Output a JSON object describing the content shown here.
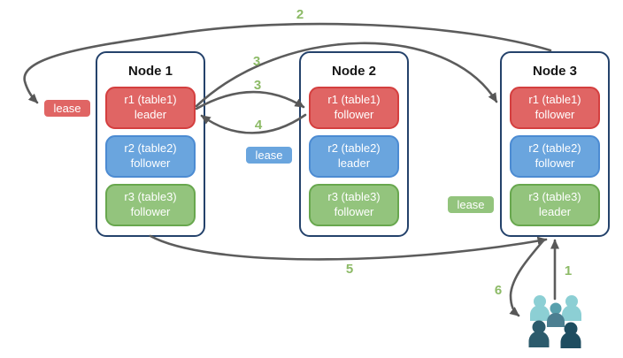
{
  "nodes": [
    {
      "title": "Node 1",
      "replicas": [
        {
          "name": "r1 (table1)",
          "role": "leader",
          "color": "red"
        },
        {
          "name": "r2 (table2)",
          "role": "follower",
          "color": "blue"
        },
        {
          "name": "r3 (table3)",
          "role": "follower",
          "color": "green"
        }
      ]
    },
    {
      "title": "Node 2",
      "replicas": [
        {
          "name": "r1 (table1)",
          "role": "follower",
          "color": "red"
        },
        {
          "name": "r2 (table2)",
          "role": "leader",
          "color": "blue"
        },
        {
          "name": "r3 (table3)",
          "role": "follower",
          "color": "green"
        }
      ]
    },
    {
      "title": "Node 3",
      "replicas": [
        {
          "name": "r1 (table1)",
          "role": "follower",
          "color": "red"
        },
        {
          "name": "r2 (table2)",
          "role": "follower",
          "color": "blue"
        },
        {
          "name": "r3 (table3)",
          "role": "leader",
          "color": "green"
        }
      ]
    }
  ],
  "leases": [
    {
      "label": "lease",
      "color": "red"
    },
    {
      "label": "lease",
      "color": "blue"
    },
    {
      "label": "lease",
      "color": "green"
    }
  ],
  "steps": {
    "s1": "1",
    "s2": "2",
    "s3a": "3",
    "s3b": "3",
    "s4": "4",
    "s5": "5",
    "s6": "6"
  },
  "icons": {
    "users": "users-group-icon"
  },
  "colors": {
    "red_fill": "#e06564",
    "red_border": "#d43f3f",
    "blue_fill": "#6aa5de",
    "blue_border": "#4c8bd2",
    "green_fill": "#93c47d",
    "green_border": "#68a74e",
    "node_border": "#24426b",
    "arrow": "#5c5c5c",
    "step_label": "#8cba66",
    "people_light": "#8ccfd4",
    "people_medium_head": "#58a0ad",
    "people_medium_body": "#4c7f91",
    "people_dark": "#2c5b6c",
    "people_darker": "#1e4d60"
  }
}
